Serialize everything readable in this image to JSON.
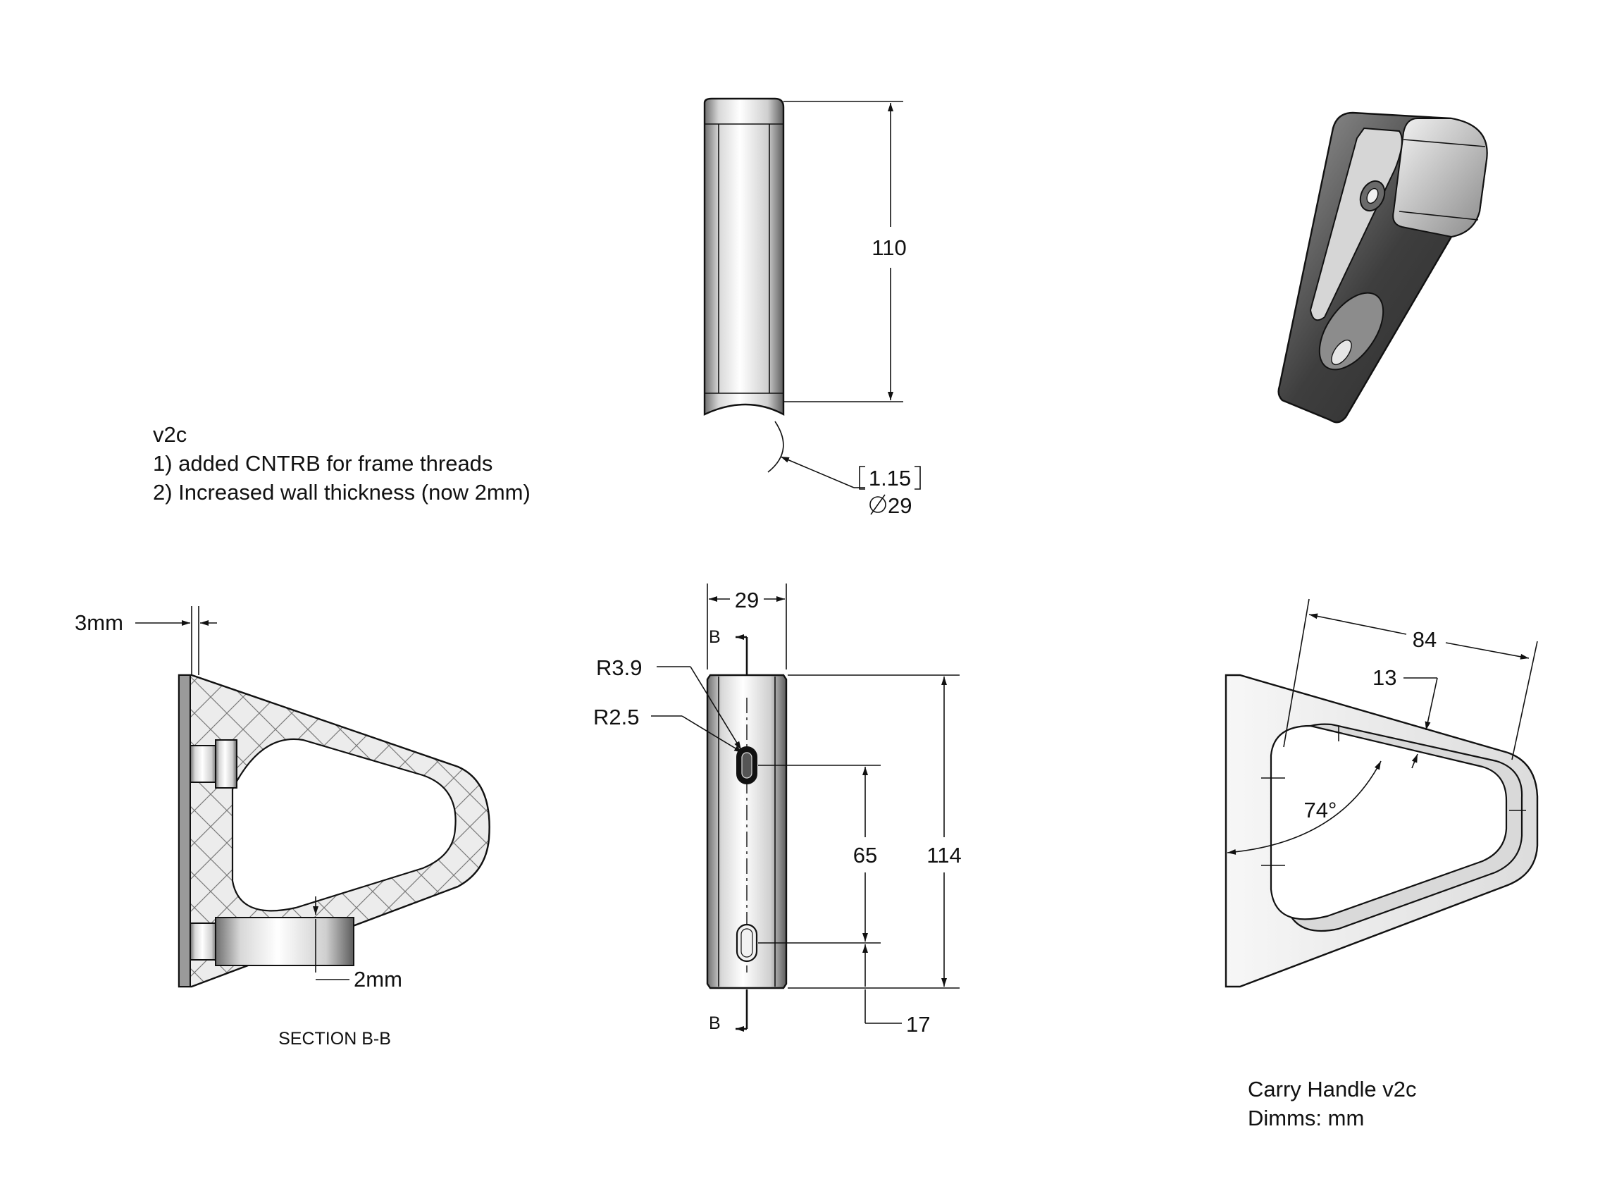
{
  "notes": {
    "version": "v2c",
    "line1": "1)  added CNTRB for frame threads",
    "line2": "2) Increased wall thickness (now 2mm)"
  },
  "title_block": {
    "title": "Carry Handle v2c",
    "units": "Dimms: mm"
  },
  "top_view": {
    "dim_height": "110",
    "dim_radius_ref": "1.15",
    "dim_diameter": "29"
  },
  "section_view": {
    "label": "SECTION B-B",
    "dim_offset": "3mm",
    "dim_wall": "2mm"
  },
  "front_view": {
    "dim_width": "29",
    "dim_r1": "R3.9",
    "dim_r2": "R2.5",
    "dim_spacing": "65",
    "dim_height": "114",
    "dim_bottom": "17",
    "section_mark_top": "B",
    "section_mark_bottom": "B"
  },
  "side_view": {
    "dim_length": "84",
    "dim_offset": "13",
    "dim_angle": "74°"
  },
  "colors": {
    "line": "#111111",
    "metal_light": "#f2f2f2",
    "metal_mid": "#b8b8b8",
    "metal_dark": "#4a4a4a",
    "hatch": "#e8e8e8"
  }
}
